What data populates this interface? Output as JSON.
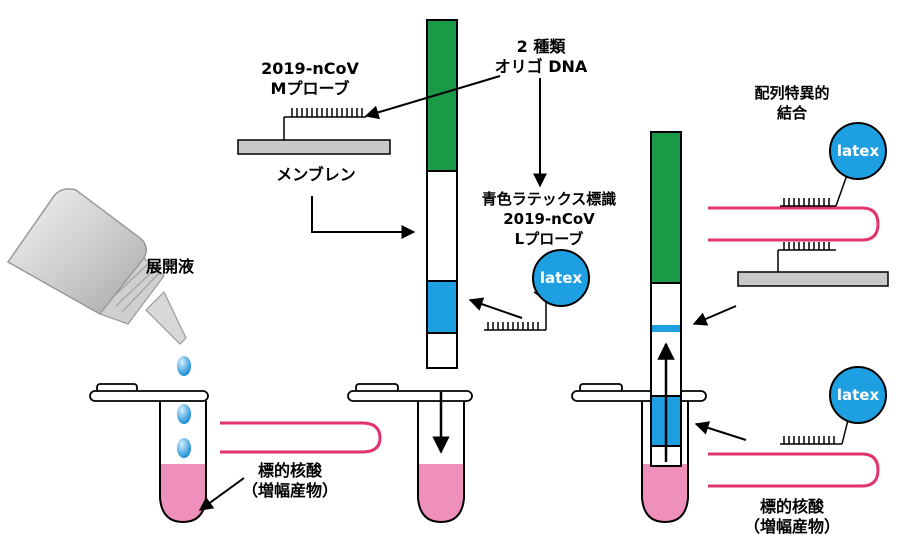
{
  "labels": {
    "probe_m_line1": "2019-nCoV",
    "probe_m_line2": "Mプローブ",
    "oligo_line1": "2 種類",
    "oligo_line2": "オリゴ DNA",
    "membrane": "メンブレン",
    "blue_probe_line1": "青色ラテックス標識",
    "blue_probe_line2": "2019-nCoV",
    "blue_probe_line3": "Lプローブ",
    "sequence_binding_line1": "配列特異的",
    "sequence_binding_line2": "結合",
    "developer": "展開液",
    "target_line1": "標的核酸",
    "target_line2": "（増幅産物）",
    "target2_line1": "標的核酸",
    "target2_line2": "（増幅産物）",
    "latex": "latex"
  },
  "colors": {
    "green_zone": "#1a9a47",
    "blue_zone": "#1e9fe2",
    "pink_liquid": "#ef8fbb",
    "magenta_strand": "#e0336f",
    "membrane_gray": "#c8c8c8",
    "latex_bead": "#1e9fe2"
  }
}
